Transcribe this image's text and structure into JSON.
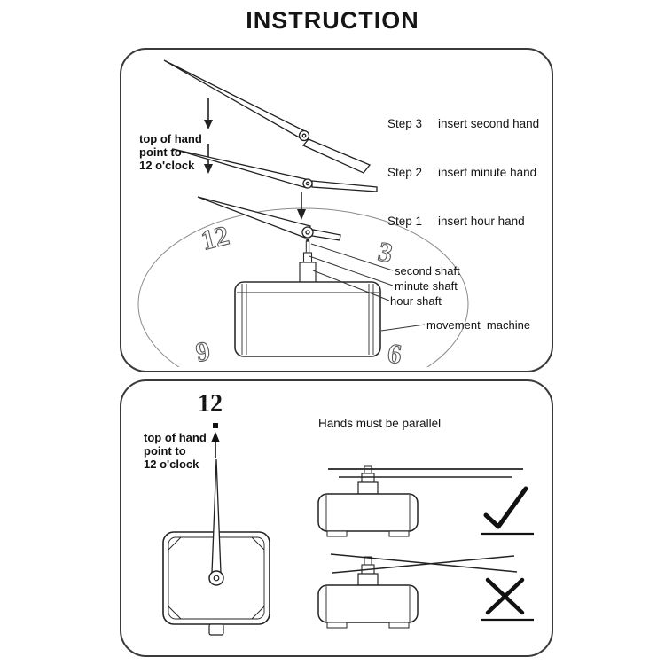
{
  "page": {
    "title": "INSTRUCTION"
  },
  "colors": {
    "ink": "#111111",
    "diagram_line": "#222222",
    "clock_face_line": "#8a8a8a"
  },
  "top_panel": {
    "orientation_note": "top of hand\npoint to\n12 o'clock",
    "steps": [
      {
        "label": "Step 3",
        "instruction": "insert second hand"
      },
      {
        "label": "Step 2",
        "instruction": "insert minute hand"
      },
      {
        "label": "Step 1",
        "instruction": "insert hour hand"
      }
    ],
    "shaft_labels": {
      "second": "second shaft",
      "minute": "minute shaft",
      "hour": "hour shaft"
    },
    "movement_label": "movement  machine",
    "clock_numbers": {
      "twelve": "12",
      "three": "3",
      "nine": "9",
      "six": "6"
    }
  },
  "bottom_panel": {
    "clock_number_twelve": "12",
    "orientation_note": "top of hand\npoint to\n12 o'clock",
    "parallel_note": "Hands must be parallel",
    "correct_icon": "checkmark",
    "wrong_icon": "cross"
  }
}
